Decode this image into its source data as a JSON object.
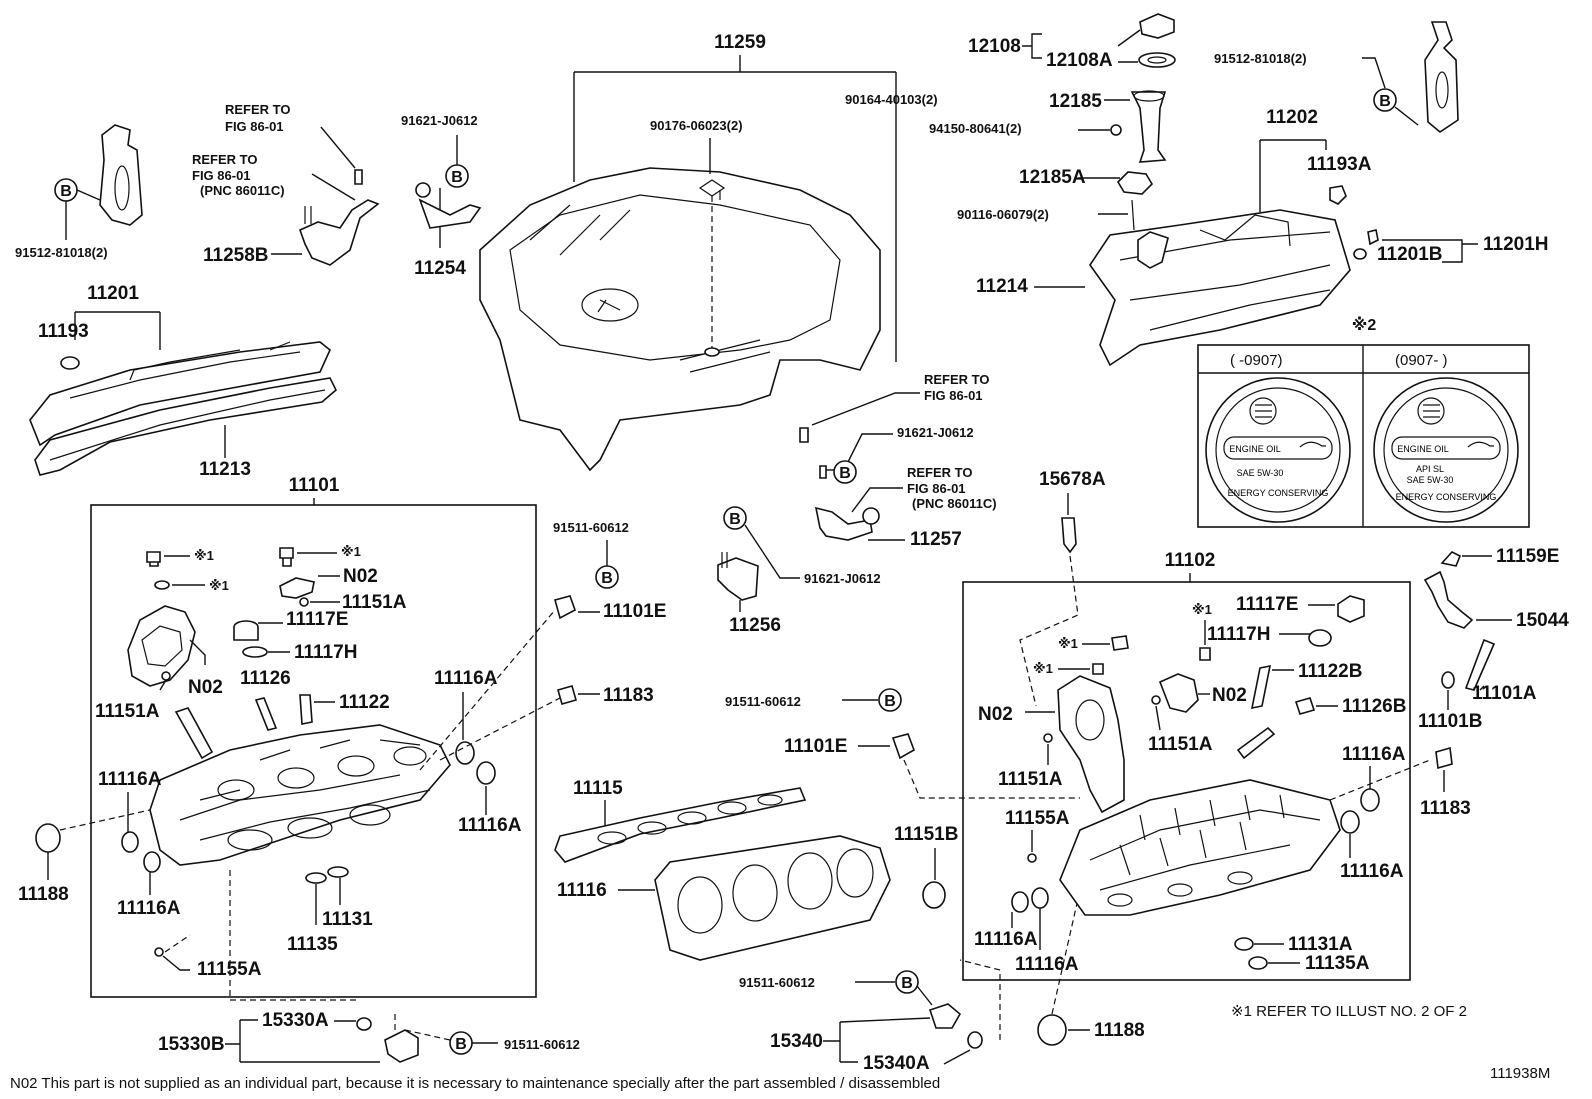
{
  "labels": {
    "p11259": "11259",
    "p90164": "90164-40103(2)",
    "p90176": "90176-06023(2)",
    "p91621a": "91621-J0612",
    "p11254": "11254",
    "ref1": "REFER TO",
    "ref1b": "FIG 86-01",
    "ref2": "REFER TO",
    "ref2b": "FIG 86-01",
    "ref2c": "(PNC 86011C)",
    "p11258b": "11258B",
    "p91512a": "91512-81018(2)",
    "p11201": "11201",
    "p11193": "11193",
    "p11213": "11213",
    "p12108": "12108",
    "p12108a": "12108A",
    "p12185": "12185",
    "p94150": "94150-80641(2)",
    "p12185a": "12185A",
    "p90116": "90116-06079(2)",
    "p91512b": "91512-81018(2)",
    "p11202": "11202",
    "p11193a": "11193A",
    "p11201b": "11201B",
    "p11201h": "11201H",
    "p11214": "11214",
    "ref3": "REFER TO",
    "ref3b": "FIG 86-01",
    "p91621b": "91621-J0612",
    "ref4": "REFER TO",
    "ref4b": "FIG 86-01",
    "ref4c": "(PNC 86011C)",
    "p11257": "11257",
    "p15678a": "15678A",
    "p11101": "11101",
    "p91511a": "91511-60612",
    "p11101e_l": "11101E",
    "p91621c": "91621-J0612",
    "p11256": "11256",
    "n02a": "N02",
    "p11151a_1": "11151A",
    "p11117e_l": "11117E",
    "p11117h_l": "11117H",
    "n02b": "N02",
    "p11126": "11126",
    "p11122": "11122",
    "p11151a_2": "11151A",
    "p11116a_1": "11116A",
    "p11183_l": "11183",
    "p11116a_2": "11116A",
    "p11116a_3": "11116A",
    "p11116a_4": "11116A",
    "p11188_l": "11188",
    "p11131": "11131",
    "p11135": "11135",
    "p11155a_l": "11155A",
    "p15330a": "15330A",
    "p15330b": "15330B",
    "p91511b": "91511-60612",
    "p91511c": "91511-60612",
    "p11101e_m": "11101E",
    "p11115": "11115",
    "p11116": "11116",
    "p11151b": "11151B",
    "p91511d": "91511-60612",
    "p15340": "15340",
    "p15340a": "15340A",
    "p11188_m": "11188",
    "p11102": "11102",
    "p11117e_r": "11117E",
    "p11117h_r": "11117H",
    "n02c": "N02",
    "n02d": "N02",
    "p11122b": "11122B",
    "p11126b": "11126B",
    "p11151a_3": "11151A",
    "p11151a_4": "11151A",
    "p11155a_r": "11155A",
    "p11116a_5": "11116A",
    "p11116a_6": "11116A",
    "p11116a_7": "11116A",
    "p11116a_8": "11116A",
    "p11131a": "11131A",
    "p11135a": "11135A",
    "p11159e": "11159E",
    "p15044": "15044",
    "p11101a": "11101A",
    "p11101b": "11101B",
    "p11183_r": "11183",
    "star1": "※1",
    "star2": "※2",
    "inset_left": "(      -0907)",
    "inset_right": "(0907-      )",
    "cap_text": "ENGINE OIL",
    "cap_spec_l": "SAE 5W-30",
    "cap_spec_r1": "API SL",
    "cap_spec_r2": "SAE 5W-30",
    "cap_ring": "ENERGY CONSERVING",
    "circle_b": "B",
    "refer_illust": "※1  REFER TO ILLUST NO. 2 OF 2",
    "footnote": "N02  This part is not supplied as an individual part, because it is necessary to maintenance specially after the part assembled / disassembled",
    "fig_no": "111938M"
  }
}
